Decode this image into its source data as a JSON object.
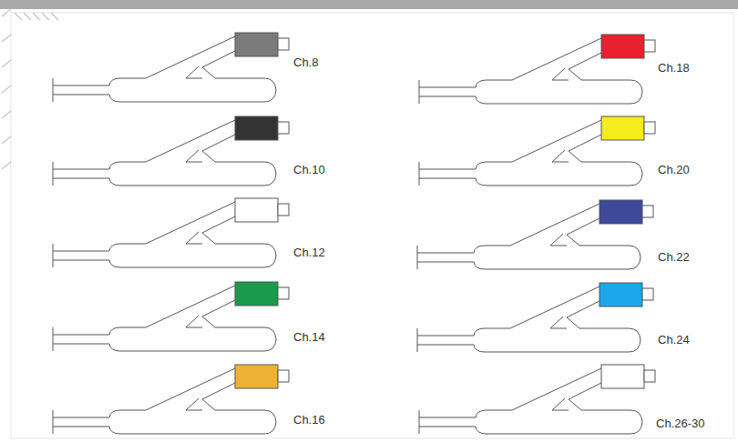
{
  "diagram": {
    "labels": [
      "Ch.8",
      "Ch.10",
      "Ch.12",
      "Ch.14",
      "Ch.16",
      "Ch.18",
      "Ch.20",
      "Ch.22",
      "Ch.24",
      "Ch.26-30"
    ]
  }
}
